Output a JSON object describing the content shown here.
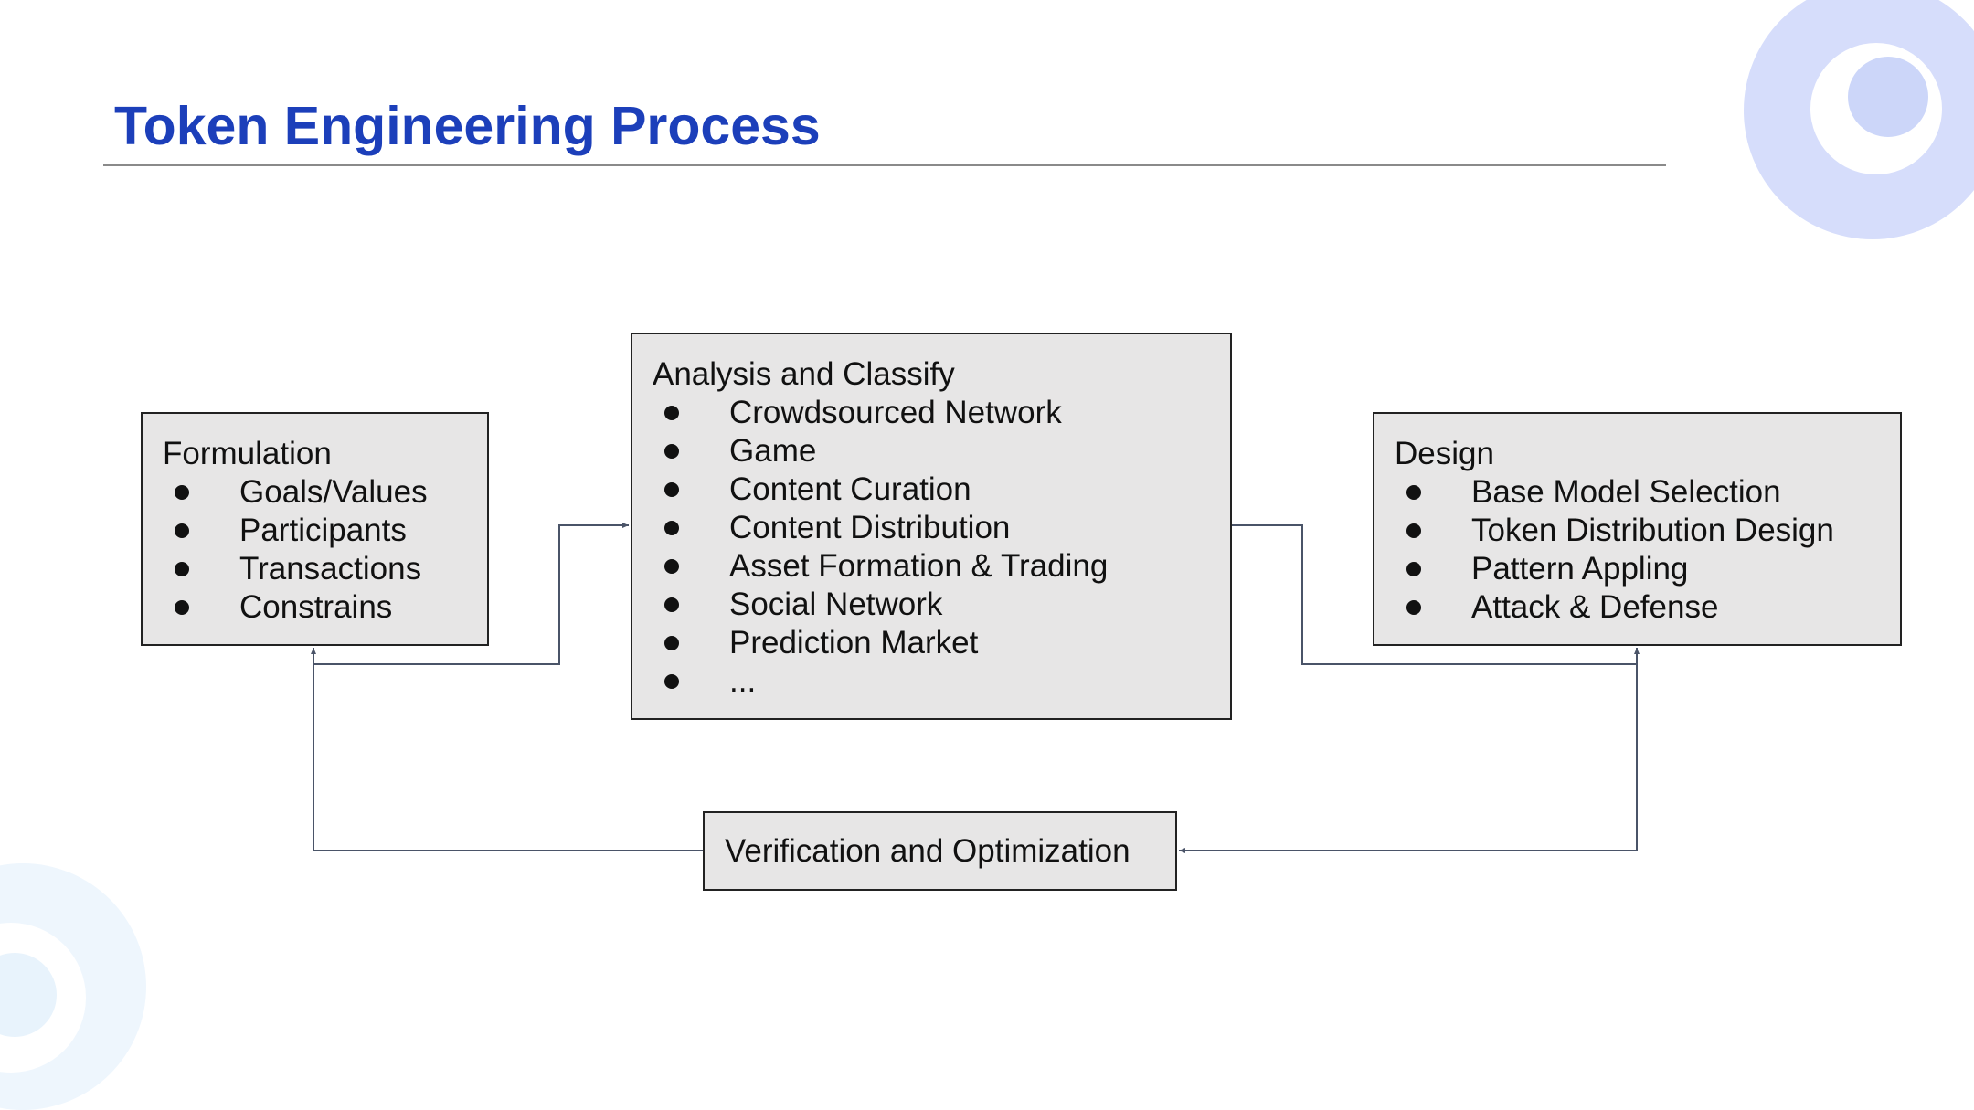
{
  "title": "Token Engineering Process",
  "colors": {
    "title": "#1c3fba",
    "box_fill": "#e7e6e6",
    "connector": "#4a5468",
    "decoration_primary": "#d6ddfb",
    "decoration_secondary": "#eef6fd"
  },
  "boxes": {
    "formulation": {
      "title": "Formulation",
      "items": [
        "Goals/Values",
        "Participants",
        "Transactions",
        "Constrains"
      ]
    },
    "analysis": {
      "title": "Analysis and Classify",
      "items": [
        "Crowdsourced Network",
        "Game",
        "Content Curation",
        "Content Distribution",
        "Asset Formation & Trading",
        "Social Network",
        "Prediction Market",
        "..."
      ]
    },
    "design": {
      "title": "Design",
      "items": [
        "Base Model Selection",
        "Token Distribution Design",
        "Pattern Appling",
        "Attack & Defense"
      ]
    }
  },
  "verification": {
    "title": "Verification and Optimization"
  }
}
